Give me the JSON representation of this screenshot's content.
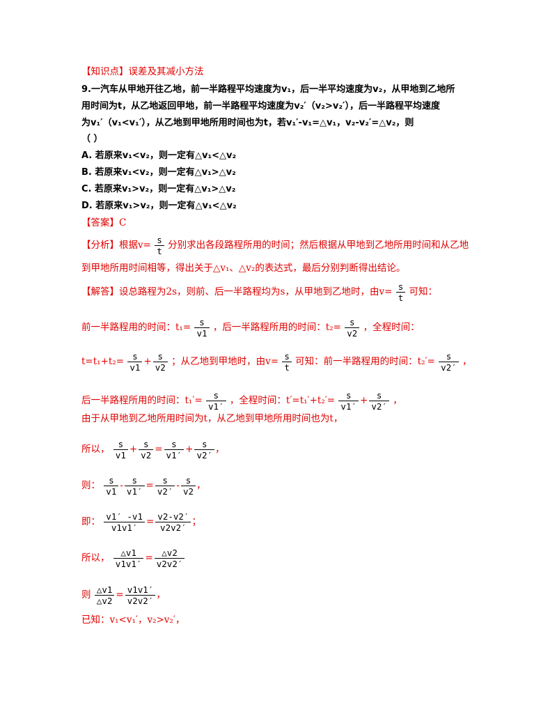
{
  "knowledge_point": "【知识点】误差及其减小方法",
  "question": {
    "l1": "9.一汽车从甲地开往乙地，前一半路程平均速度为v₁，后一半平均速度为v₂，从甲地到乙地所",
    "l2": "用时间为t，从乙地返回甲地，前一半路程平均速度为v₂′（v₂>v₂′），后一半路程平均速度",
    "l3": "为v₁′（v₁<v₁′），从乙地到甲地所用时间也为t，若v₁′-v₁=△v₁，v₂-v₂′=△v₂，则",
    "l4": "（      ）",
    "options": [
      "A. 若原来v₁<v₂，则一定有△v₁<△v₂",
      "B. 若原来v₁<v₂，则一定有△v₁>△v₂",
      "C. 若原来v₁>v₂，则一定有△v₁>△v₂",
      "D. 若原来v₁>v₂，则一定有△v₁<△v₂"
    ]
  },
  "answer": "【答案】C",
  "analysis": {
    "p1a": "【分析】根据v=",
    "p1b": "分别求出各段路程所用的时间；然后根据从甲地到乙地所用时间和从乙地",
    "p2": "到甲地所用时间相等，得出关于△v₁、△v₂的表达式，最后分别判断得出结论。"
  },
  "solution": {
    "s1a": "【解答】设总路程为2s，则前、后一半路程均为s，从甲地到乙地时，由v=",
    "s1b": "可知：",
    "s2a": "前一半路程用的时间：t₁=",
    "s2b": "，后一半路程所用的时间：t₂=",
    "s2c": "，全程时间：",
    "s3a": "t=t₁+t₂=",
    "s3b": "；从乙地到甲地时，由v=",
    "s3c": "可知：前一半路程用的时间：t₂′=",
    "s3d": "，",
    "s4a": "后一半路程所用的时间：t₁′=",
    "s4b": "，全程时间：t′=t₁′+t₂′=",
    "s4c": "，",
    "s5": "由于从甲地到乙地所用时间为t，从乙地到甲地所用时间也为t，",
    "s6": "所以，",
    "s7": "则：",
    "s8": "即：",
    "s9": "所以，",
    "s10": "则",
    "s11": "已知：v₁<v₁′，v₂>v₂′，"
  },
  "math": {
    "s": "s",
    "t": "t",
    "v1": "v1",
    "v2": "v2",
    "v1p": "v1′",
    "v2p": "v2′",
    "plus": "+",
    "minus": "-",
    "eq": "=",
    "comma": "，",
    "semi": "；",
    "num_v1p_minus_v1": "v1′ -v1",
    "num_v2_minus_v2p": "v2-v2′",
    "den_v1v1p": "v1v1′",
    "den_v2v2p": "v2v2′",
    "dv1": "△v1",
    "dv2": "△v2"
  }
}
